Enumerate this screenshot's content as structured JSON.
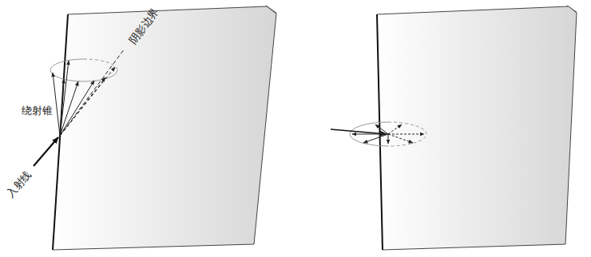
{
  "diagram": {
    "labels": [
      "入射线",
      "绕射锥",
      "阴影边界"
    ]
  }
}
